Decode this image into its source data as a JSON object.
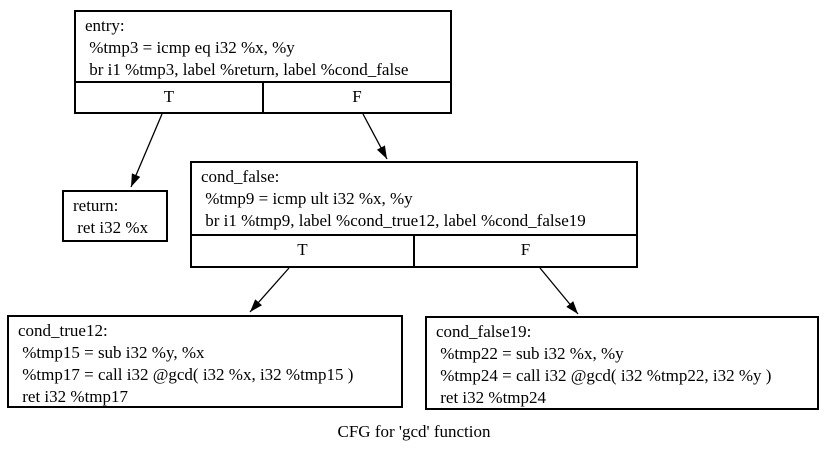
{
  "caption": "CFG for 'gcd' function",
  "nodes": {
    "entry": {
      "lines": [
        "entry:",
        " %tmp3 = icmp eq i32 %x, %y",
        " br i1 %tmp3, label %return, label %cond_false"
      ],
      "ports": {
        "true": "T",
        "false": "F"
      }
    },
    "return": {
      "lines": [
        "return:",
        " ret i32 %x"
      ]
    },
    "cond_false": {
      "lines": [
        "cond_false:",
        " %tmp9 = icmp ult i32 %x, %y",
        " br i1 %tmp9, label %cond_true12, label %cond_false19"
      ],
      "ports": {
        "true": "T",
        "false": "F"
      }
    },
    "cond_true12": {
      "lines": [
        "cond_true12:",
        " %tmp15 = sub i32 %y, %x",
        " %tmp17 = call i32 @gcd( i32 %x, i32 %tmp15 )",
        " ret i32 %tmp17"
      ]
    },
    "cond_false19": {
      "lines": [
        "cond_false19:",
        " %tmp22 = sub i32 %x, %y",
        " %tmp24 = call i32 @gcd( i32 %tmp22, i32 %y )",
        " ret i32 %tmp24"
      ]
    }
  },
  "edges": [
    {
      "from": "entry:T",
      "to": "return"
    },
    {
      "from": "entry:F",
      "to": "cond_false"
    },
    {
      "from": "cond_false:T",
      "to": "cond_true12"
    },
    {
      "from": "cond_false:F",
      "to": "cond_false19"
    }
  ],
  "colors": {
    "background": "#ffffff",
    "border": "#000000",
    "text": "#000000"
  }
}
